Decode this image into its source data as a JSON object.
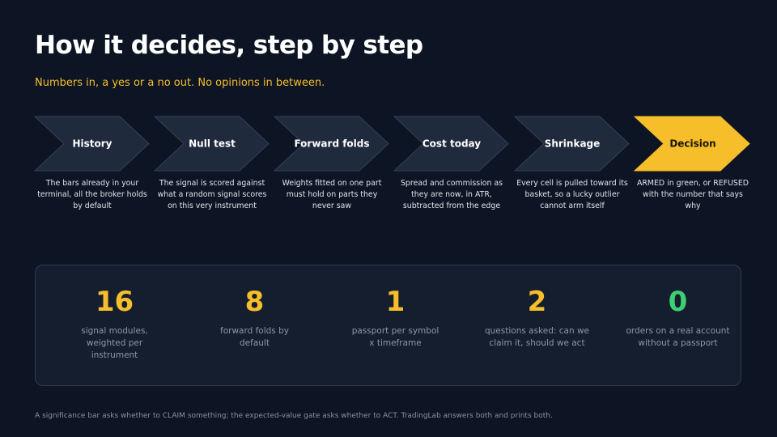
{
  "title": "How it decides, step by step",
  "subtitle": "Numbers in, a yes or a no out. No opinions in between.",
  "steps": [
    {
      "label": "History",
      "desc": "The bars already in your terminal, all the broker holds by default"
    },
    {
      "label": "Null test",
      "desc": "The signal is scored against what a random signal scores on this very instrument"
    },
    {
      "label": "Forward folds",
      "desc": "Weights fitted on one part must hold on parts they never saw"
    },
    {
      "label": "Cost today",
      "desc": "Spread and commission as they are now, in ATR, subtracted from the edge"
    },
    {
      "label": "Shrinkage",
      "desc": "Every cell is pulled toward its basket, so a lucky outlier cannot arm itself"
    },
    {
      "label": "Decision",
      "desc": "ARMED in green, or REFUSED with the number that says why",
      "highlight": true
    }
  ],
  "stats": [
    {
      "value": "16",
      "caption": "signal modules, weighted per instrument",
      "color": "#f5be2a"
    },
    {
      "value": "8",
      "caption": "forward folds by default",
      "color": "#f5be2a"
    },
    {
      "value": "1",
      "caption": "passport per symbol x timeframe",
      "color": "#f5be2a"
    },
    {
      "value": "2",
      "caption": "questions asked: can we claim it, should we act",
      "color": "#f5be2a"
    },
    {
      "value": "0",
      "caption": "orders on a real account without a passport",
      "color": "#3fcf73"
    }
  ],
  "footnote": "A significance bar asks whether to CLAIM something; the expected-value gate asks whether to ACT. TradingLab answers both and prints both.",
  "colors": {
    "background": "#0d1524",
    "chevron_fill": "#1f2a3c",
    "chevron_stroke": "#34405a",
    "highlight": "#f5be2a",
    "highlight_text": "#1a1405",
    "accent_green": "#3fcf73"
  }
}
